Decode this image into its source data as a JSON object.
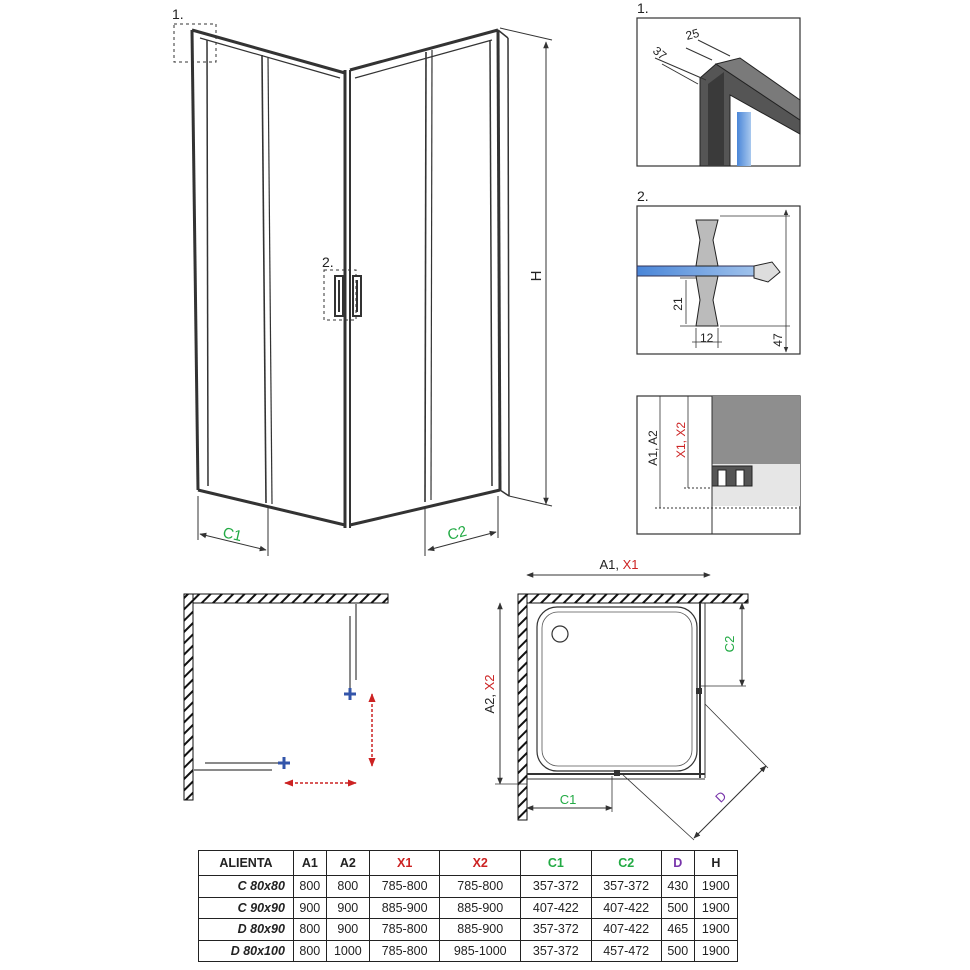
{
  "colors": {
    "red": "#cc2222",
    "green": "#22aa44",
    "purple": "#7733aa",
    "black": "#222222",
    "blue": "#3355aa",
    "gray": "#8a8a8a"
  },
  "perspective": {
    "callout_1": "1.",
    "callout_2": "2.",
    "height_label": "H",
    "c1_label": "C1",
    "c2_label": "C2"
  },
  "detail_1": {
    "number": "1.",
    "dim_25": "25",
    "dim_37": "37"
  },
  "detail_2": {
    "number": "2.",
    "dim_21": "21",
    "dim_12": "12",
    "dim_47": "47"
  },
  "detail_3": {
    "a_label": "A1, A2",
    "x_label": "X1, X2"
  },
  "plan": {
    "top_a": "A1, ",
    "top_x": "X1",
    "left_a": "A2, ",
    "left_x": "X2",
    "c1_label": "C1",
    "c2_label": "C2",
    "d_label": "D"
  },
  "table": {
    "headers": [
      "ALIENTA",
      "A1",
      "A2",
      "X1",
      "X2",
      "C1",
      "C2",
      "D",
      "H"
    ],
    "rows": [
      [
        "C 80x80",
        "800",
        "800",
        "785-800",
        "785-800",
        "357-372",
        "357-372",
        "430",
        "1900"
      ],
      [
        "C 90x90",
        "900",
        "900",
        "885-900",
        "885-900",
        "407-422",
        "407-422",
        "500",
        "1900"
      ],
      [
        "D 80x90",
        "800",
        "900",
        "785-800",
        "885-900",
        "357-372",
        "407-422",
        "465",
        "1900"
      ],
      [
        "D 80x100",
        "800",
        "1000",
        "785-800",
        "985-1000",
        "357-372",
        "457-472",
        "500",
        "1900"
      ]
    ]
  }
}
